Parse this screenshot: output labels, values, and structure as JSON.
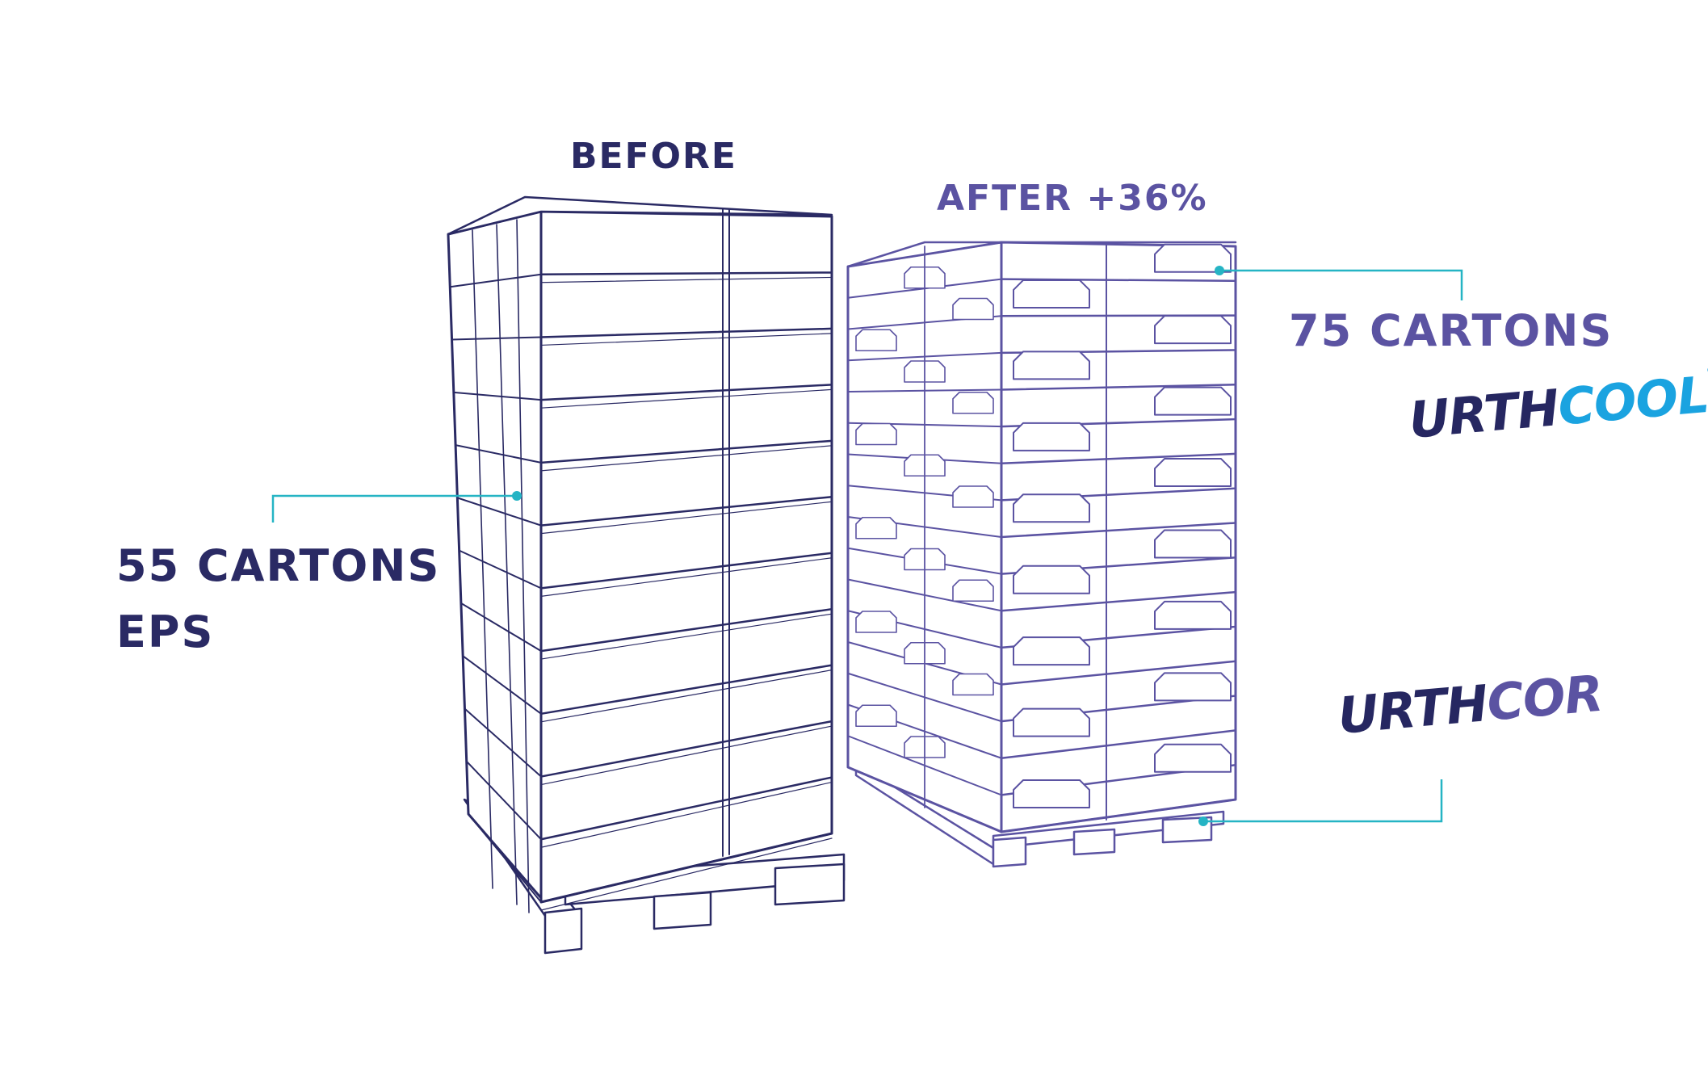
{
  "colors": {
    "before": "#2a2a64",
    "after": "#5b53a2",
    "leader": "#25b4c4",
    "urth": "#262761",
    "cool": "#1aa3e0",
    "cor": "#5b53a2"
  },
  "labels": {
    "before_title": "BEFORE",
    "after_title": "AFTER +36%",
    "before_count_line1": "55 CARTONS",
    "before_count_line2": "EPS",
    "after_count": "75 CARTONS"
  },
  "logos": {
    "urthcool": {
      "part1": "URTH",
      "part2": "COOL",
      "mark": "®"
    },
    "urthcor": {
      "part1": "URTH",
      "part2": "COR"
    }
  }
}
